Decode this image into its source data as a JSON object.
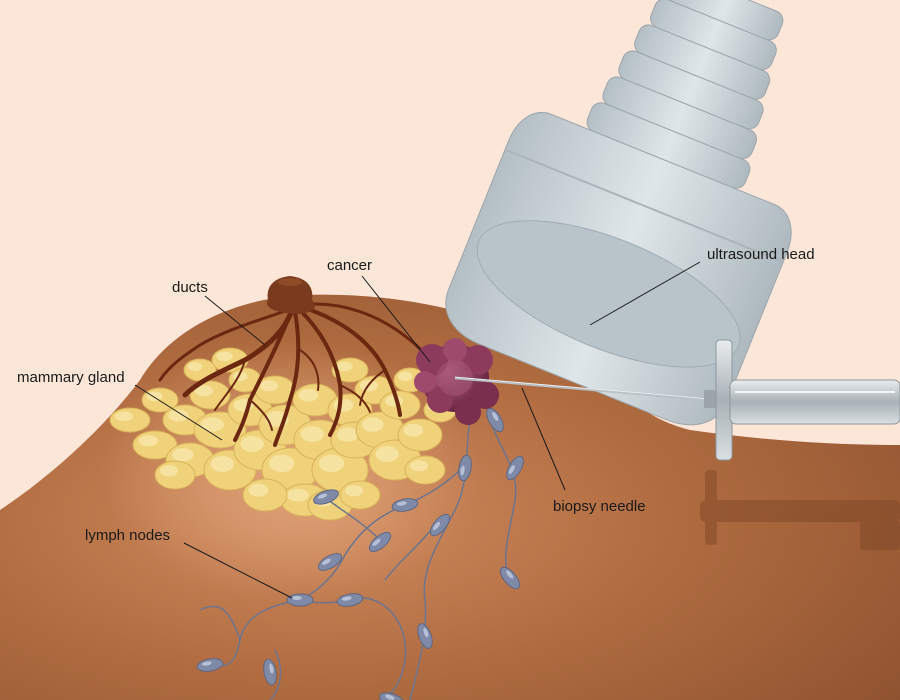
{
  "labels": {
    "cancer": "cancer",
    "ducts": "ducts",
    "mammary_gland": "mammary gland",
    "ultrasound_head": "ultrasound head",
    "biopsy_needle": "biopsy needle",
    "lymph_nodes": "lymph nodes"
  },
  "colors": {
    "background": "#fbe6d8",
    "skin": "#a8643a",
    "skin_dark": "#8a4e2b",
    "gland": "#f0d27a",
    "duct": "#6b2710",
    "tumor": "#7a2f4e",
    "probe": "#c9d3d8",
    "lymph_node": "#7f8aa8",
    "lymph_vessel": "#6c7590",
    "needle": "#b9c0c6"
  }
}
